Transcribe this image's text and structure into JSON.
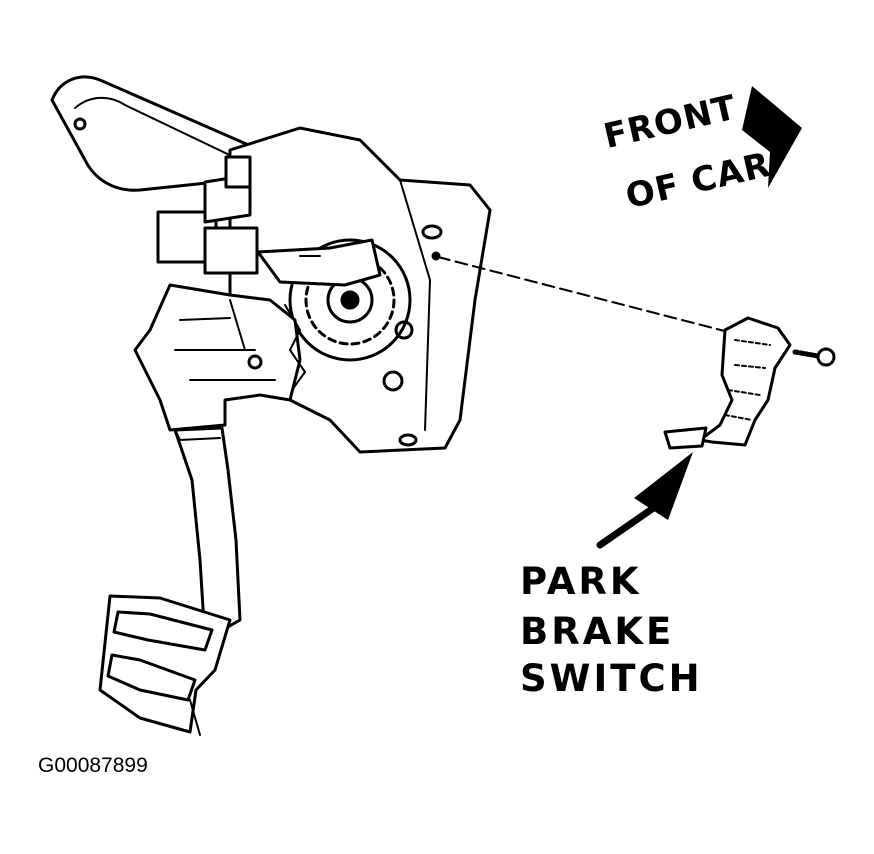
{
  "orientation": {
    "line1": "FRONT",
    "line2": "OF CAR",
    "arrow_icon": "arrow-right-icon"
  },
  "callout": {
    "line1": "PARK",
    "line2": "BRAKE",
    "line3": "SWITCH",
    "arrow_icon": "pointer-arrow-icon"
  },
  "figure_id": "G00087899",
  "colors": {
    "ink": "#000000",
    "paper": "#ffffff"
  }
}
